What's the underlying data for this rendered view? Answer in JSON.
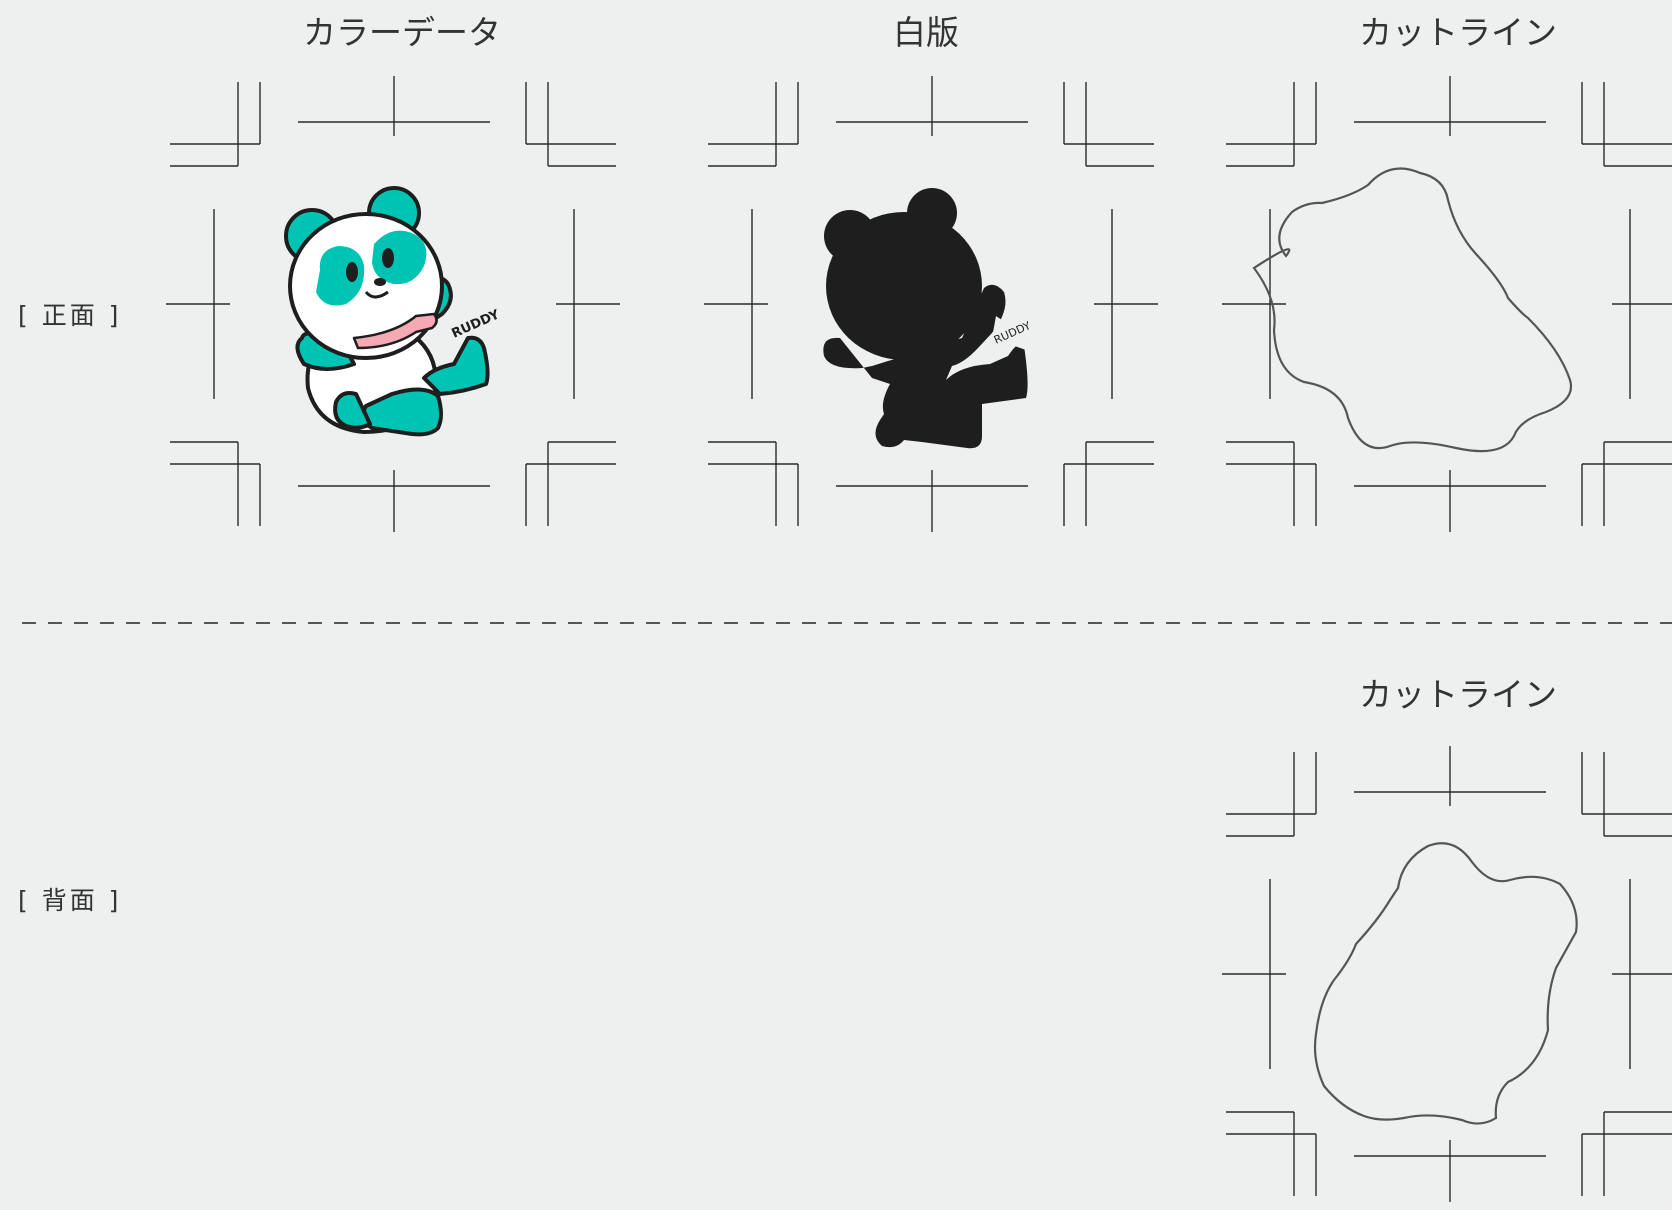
{
  "front": {
    "row_label": "[ 正面 ]",
    "columns": {
      "color_data": "カラーデータ",
      "white_plate": "白版",
      "cut_line": "カットライン"
    },
    "sticker_text": "RUDDY"
  },
  "back": {
    "row_label": "[ 背面 ]",
    "cut_line": "カットライン"
  },
  "colors": {
    "background": "#eef0ef",
    "teal": "#00c4b3",
    "black_plate": "#1e1e1e",
    "line": "#333333",
    "scarf": "#f4a9b4"
  }
}
